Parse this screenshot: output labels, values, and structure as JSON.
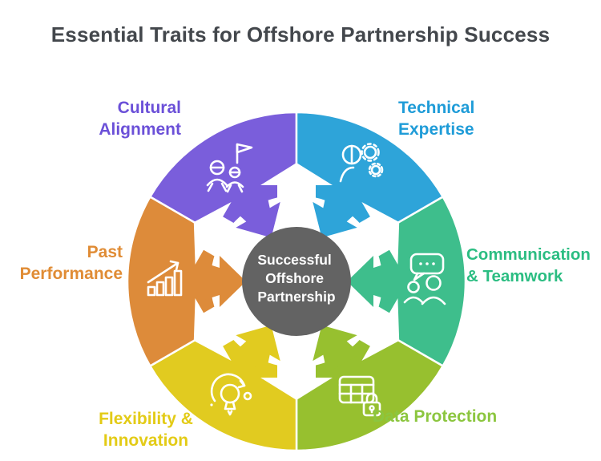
{
  "header": {
    "title": "Essential Traits for Offshore Partnership Success",
    "title_color": "#43474c"
  },
  "center": {
    "line1": "Successful",
    "line2": "Offshore",
    "line3": "Partnership",
    "bg_color": "#636363",
    "text_color": "#ffffff"
  },
  "traits": [
    {
      "id": "cultural-alignment",
      "line1": "Cultural",
      "line2": "Alignment",
      "segment_color": "#7a5edb",
      "label_color": "#6b50d8",
      "icon": "team-flag-icon",
      "position": "top-left"
    },
    {
      "id": "technical-expertise",
      "line1": "Technical",
      "line2": "Expertise",
      "segment_color": "#2ea4d9",
      "label_color": "#1f9cd8",
      "icon": "person-gears-icon",
      "position": "top-right"
    },
    {
      "id": "communication-teamwork",
      "line1": "Communication",
      "line2": "& Teamwork",
      "segment_color": "#3ebe8c",
      "label_color": "#2bbd82",
      "icon": "chat-people-icon",
      "position": "right"
    },
    {
      "id": "data-protection",
      "line1": "Data Protection",
      "line2": "",
      "segment_color": "#97c02f",
      "label_color": "#8cc63f",
      "icon": "table-lock-icon",
      "position": "bottom-right"
    },
    {
      "id": "flexibility-innovation",
      "line1": "Flexibility &",
      "line2": "Innovation",
      "segment_color": "#e1cb20",
      "label_color": "#e3cb16",
      "icon": "bulb-orbit-icon",
      "position": "bottom-left"
    },
    {
      "id": "past-performance",
      "line1": "Past",
      "line2": "Performance",
      "segment_color": "#dd8b3a",
      "label_color": "#e08c35",
      "icon": "growth-chart-icon",
      "position": "left"
    }
  ]
}
